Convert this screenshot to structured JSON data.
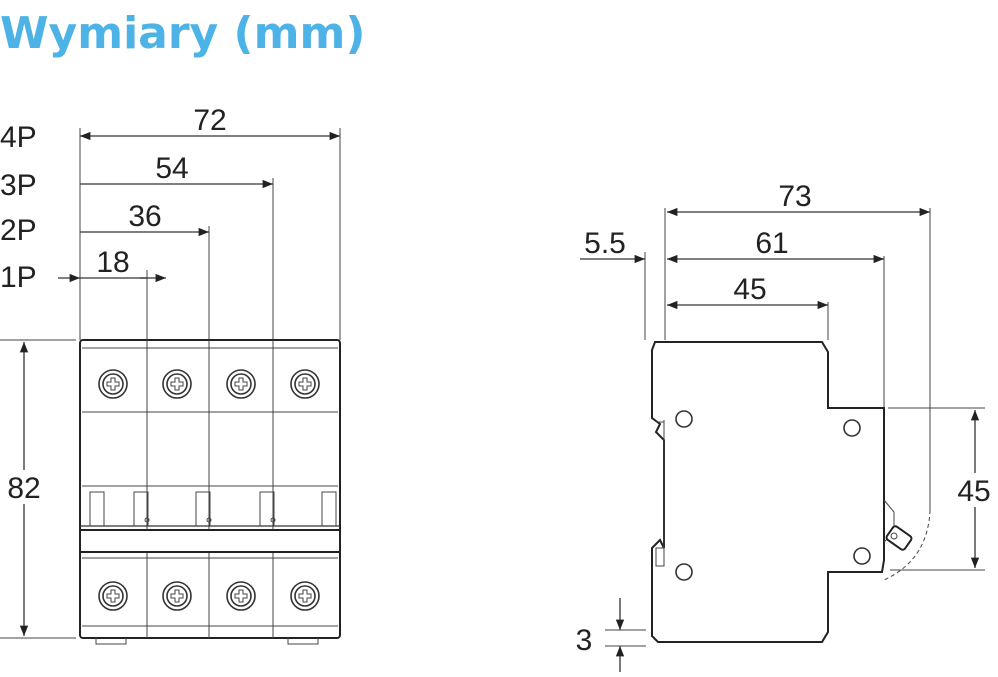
{
  "title": "Wymiary (mm)",
  "front_view": {
    "poles": [
      {
        "label": "4P",
        "width": "72"
      },
      {
        "label": "3P",
        "width": "54"
      },
      {
        "label": "2P",
        "width": "36"
      },
      {
        "label": "1P",
        "width": "18"
      }
    ],
    "height": "82"
  },
  "side_view": {
    "depth_total": "73",
    "depth_mid": "61",
    "depth_front": "45",
    "offset": "5.5",
    "rail_height": "45",
    "base_offset": "3"
  },
  "colors": {
    "title": "#4db3e6",
    "line": "#222222"
  }
}
